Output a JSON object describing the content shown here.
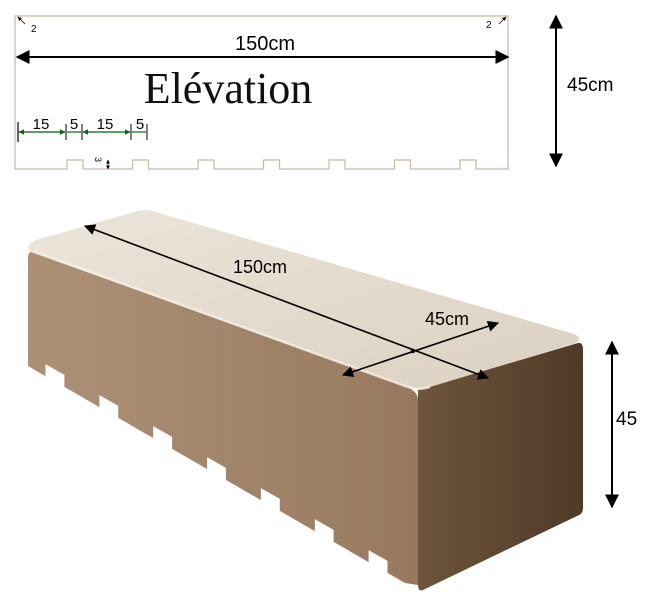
{
  "elevation": {
    "title": "Elévation",
    "length_label": "150cm",
    "height_label": "45cm",
    "corner_left": "2",
    "corner_right": "2",
    "notch_height": "3",
    "segments": [
      "15",
      "5",
      "15",
      "5"
    ],
    "notch_count": 7
  },
  "block3d": {
    "length_label": "150cm",
    "width_label": "45cm",
    "height_label": "45",
    "notch_count": 7,
    "colors": {
      "top": "#e6ddd0",
      "front": "#a3876d",
      "side": "#5c4530"
    }
  },
  "colors": {
    "dimension_line": "#000000",
    "segment_line": "#2e7d32",
    "outline": "#c9b9a6"
  }
}
